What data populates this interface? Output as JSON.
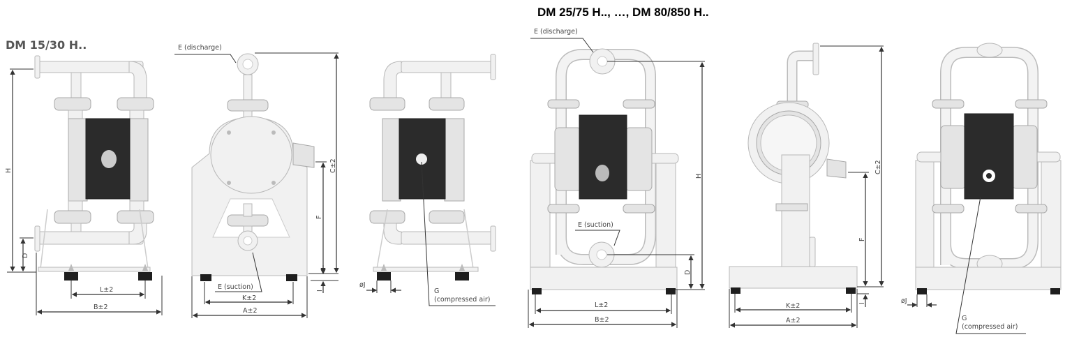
{
  "titles": {
    "small_model": "DM 15/30 H..",
    "large_models": "DM 25/75 H.., …, DM 80/850 H.."
  },
  "callouts": {
    "discharge": "E (discharge)",
    "suction": "E (suction)",
    "air_g": "G",
    "air_text": "(compressed air)"
  },
  "dimensions": {
    "H": "H",
    "D": "D",
    "L": "L±2",
    "B": "B±2",
    "C": "C±2",
    "F": "F",
    "I": "I",
    "K": "K±2",
    "A": "A±2",
    "J": "øJ"
  }
}
